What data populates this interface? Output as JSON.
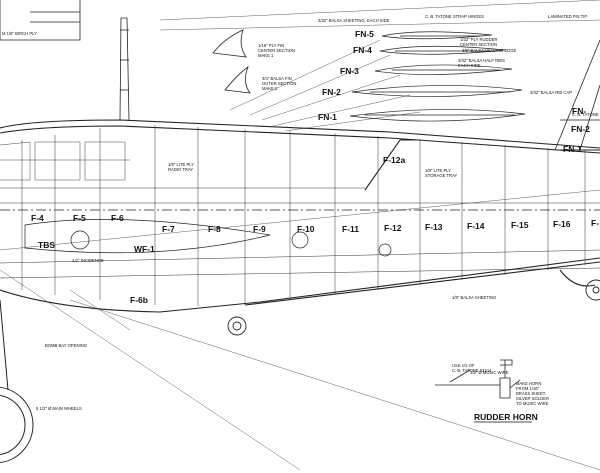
{
  "sheet": {
    "top_left_note": "M 1/8\" BIRCH PLY",
    "fin_tip_note": "LAMINATED FIN TIP",
    "fin_center_note": "1/16\" PLY FIN\nCENTER SECTION\nMAKE 1",
    "fin_outer_note": "3/4\" BALSA FIN\nOUTER SECTION\nMAKE 2",
    "sheeting_note": "3/32\" BALSA SHEETING, EACH SIDE",
    "hinge_note": "C. B. TATONE STRAP HINGES",
    "rudder_center_note": "1/32\" PLY RUDDER\nCENTER SECTION",
    "leading_edge_note": "3/8\" BALSA LEADING EDGE",
    "half_ribs_note": "3/32\" BALSA HALF RIBS\nEACH SIDE",
    "rib_cap_note": "3/32\" BALSA RIB CAP",
    "tatone_note": "C. B. TATONE",
    "radio_tray_note": "1/8\" LITE PLY\nRADIO TRAY",
    "storage_tray_note": "1/8\" LITE PLY\nSTORAGE TRAY",
    "incidence_note": "2.0° INCIDENCE",
    "balsa_sheeting_note": "1/8\" BALSA SHEETING",
    "bomb_bay_note": "BOMB BAY OPENING",
    "main_wheels_note": "5 1/2\" Ø MAIN WHEELS",
    "horn_use_note": "USE 1/2 OF\nC. B. TATONE #2214",
    "music_wire_note": "1/8\" Ø MUSIC WIRE",
    "make_horn_note": "MAKE HORN\nFROM 1/16\"\nBRASS SHEET.\nSILVER SOLDER\nTO MUSIC WIRE",
    "rudder_horn_title": "RUDDER HORN"
  },
  "fin_labels": [
    "FN-5",
    "FN-4",
    "FN-3",
    "FN-2",
    "FN-1"
  ],
  "right_fin_labels": [
    "FN-",
    "FN-2",
    "FN-1"
  ],
  "formers": [
    "F-4",
    "F-5",
    "F-6",
    "F-7",
    "F-8",
    "F-9",
    "F-10",
    "F-11",
    "F-12",
    "F-13",
    "F-14",
    "F-15",
    "F-16",
    "F-"
  ],
  "fuselage_labels": {
    "f12a": "F-12a",
    "tbs": "TBS",
    "wf1": "WF-1",
    "f6b": "F-6b"
  }
}
